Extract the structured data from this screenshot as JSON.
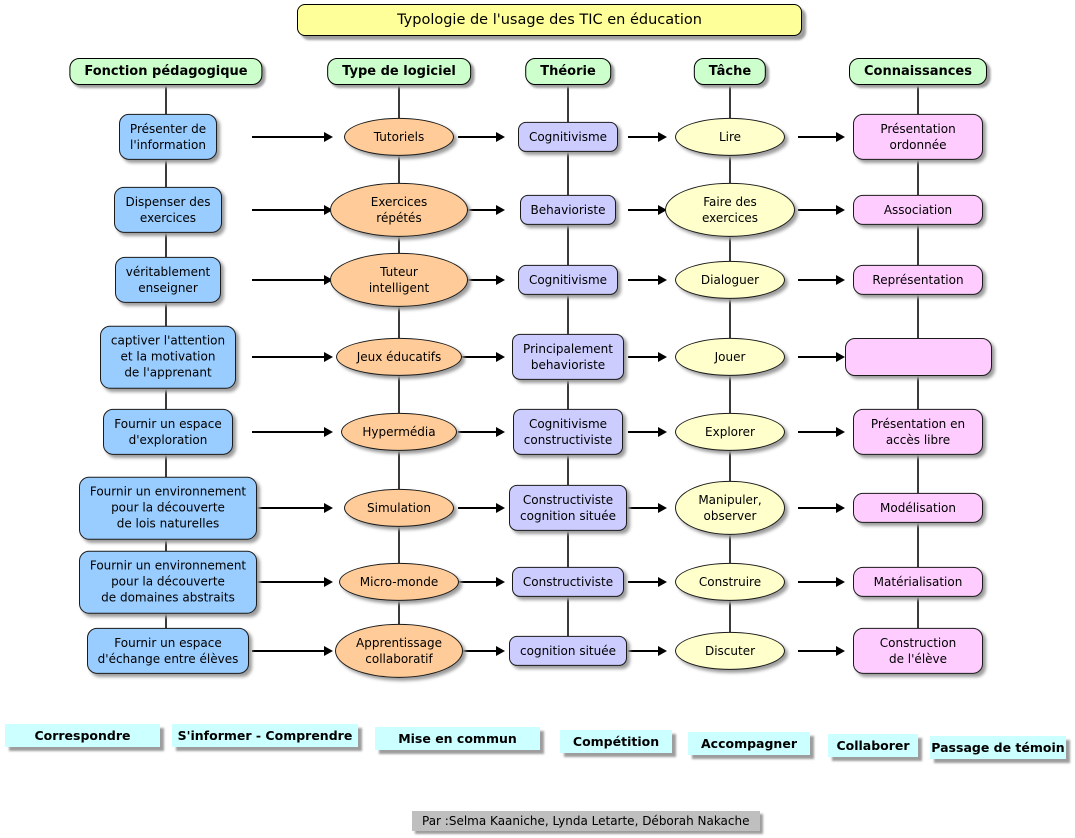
{
  "title": "Typologie de l'usage des TIC en éducation",
  "columns": {
    "fonction": "Fonction pédagogique",
    "logiciel": "Type de logiciel",
    "theorie": "Théorie",
    "tache": "Tâche",
    "connaissances": "Connaissances"
  },
  "rows": [
    {
      "fonction": "Présenter de\nl'information",
      "logiciel": "Tutoriels",
      "theorie": "Cognitivisme",
      "tache": "Lire",
      "connaissances": "Présentation\nordonnée"
    },
    {
      "fonction": "Dispenser des\nexercices",
      "logiciel": "Exercices répétés",
      "theorie": "Behavioriste",
      "tache": "Faire des exercices",
      "connaissances": "Association"
    },
    {
      "fonction": "véritablement\nenseigner",
      "logiciel": "Tuteur intelligent",
      "theorie": "Cognitivisme",
      "tache": "Dialoguer",
      "connaissances": "Représentation"
    },
    {
      "fonction": "captiver l'attention\net la motivation\nde l'apprenant",
      "logiciel": "Jeux éducatifs",
      "theorie": "Principalement\nbehavioriste",
      "tache": "Jouer",
      "connaissances": ""
    },
    {
      "fonction": "Fournir un espace\nd'exploration",
      "logiciel": "Hypermédia",
      "theorie": "Cognitivisme\nconstructiviste",
      "tache": "Explorer",
      "connaissances": "Présentation en\naccès libre"
    },
    {
      "fonction": "Fournir un environnement\npour la découverte\nde lois naturelles",
      "logiciel": "Simulation",
      "theorie": "Constructiviste\ncognition située",
      "tache": "Manipuler,\nobserver",
      "connaissances": "Modélisation"
    },
    {
      "fonction": "Fournir un environnement\npour la découverte\nde domaines abstraits",
      "logiciel": "Micro-monde",
      "theorie": "Constructiviste",
      "tache": "Construire",
      "connaissances": "Matérialisation"
    },
    {
      "fonction": "Fournir un espace\nd'échange entre élèves",
      "logiciel": "Apprentissage\ncollaboratif",
      "theorie": "cognition située",
      "tache": "Discuter",
      "connaissances": "Construction\nde l'élève"
    }
  ],
  "legend": [
    {
      "label": "Correspondre"
    },
    {
      "label": "S'informer - Comprendre"
    },
    {
      "label": "Mise en commun"
    },
    {
      "label": "Compétition"
    },
    {
      "label": "Accompagner"
    },
    {
      "label": "Collaborer"
    },
    {
      "label": "Passage de témoin"
    }
  ],
  "credit": "Par :Selma Kaaniche, Lynda Letarte, Déborah Nakache",
  "colors": {
    "title": "#ffff99",
    "header": "#ccffcc",
    "fonction": "#99ccff",
    "logiciel": "#ffcc99",
    "theorie": "#ccccff",
    "tache": "#ffffcc",
    "connaissances": "#ffccff",
    "legend": "#ccffff",
    "credit": "#bfbfbf"
  }
}
